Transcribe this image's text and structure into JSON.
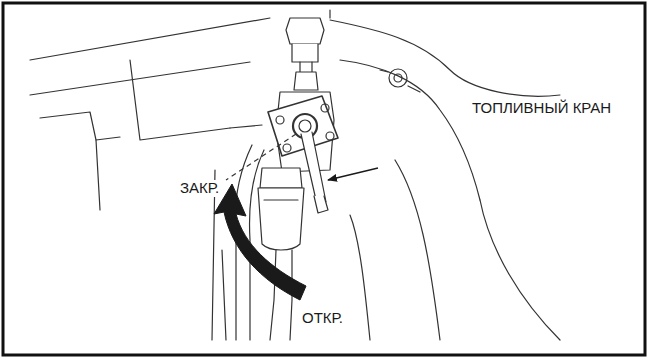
{
  "diagram": {
    "labels": [
      "ТОПЛИВНЫЙ КРАН",
      "ЗАКР.",
      "ОТКР."
    ]
  }
}
